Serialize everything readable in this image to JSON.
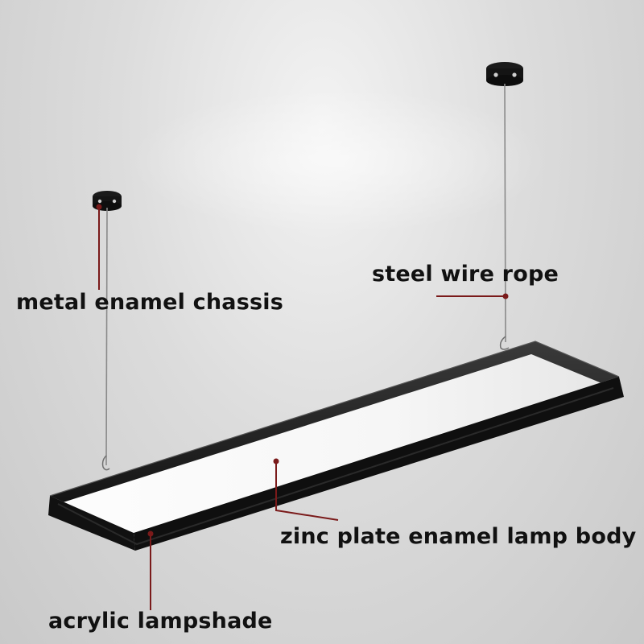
{
  "labels": {
    "chassis": "metal enamel chassis",
    "wire": "steel wire rope",
    "body": "zinc plate enamel lamp body",
    "shade": "acrylic lampshade"
  },
  "colors": {
    "leader_line": "#7a1a1a",
    "lamp_frame": "#1a1a1a",
    "lamp_panel": "#f7f7f7"
  }
}
